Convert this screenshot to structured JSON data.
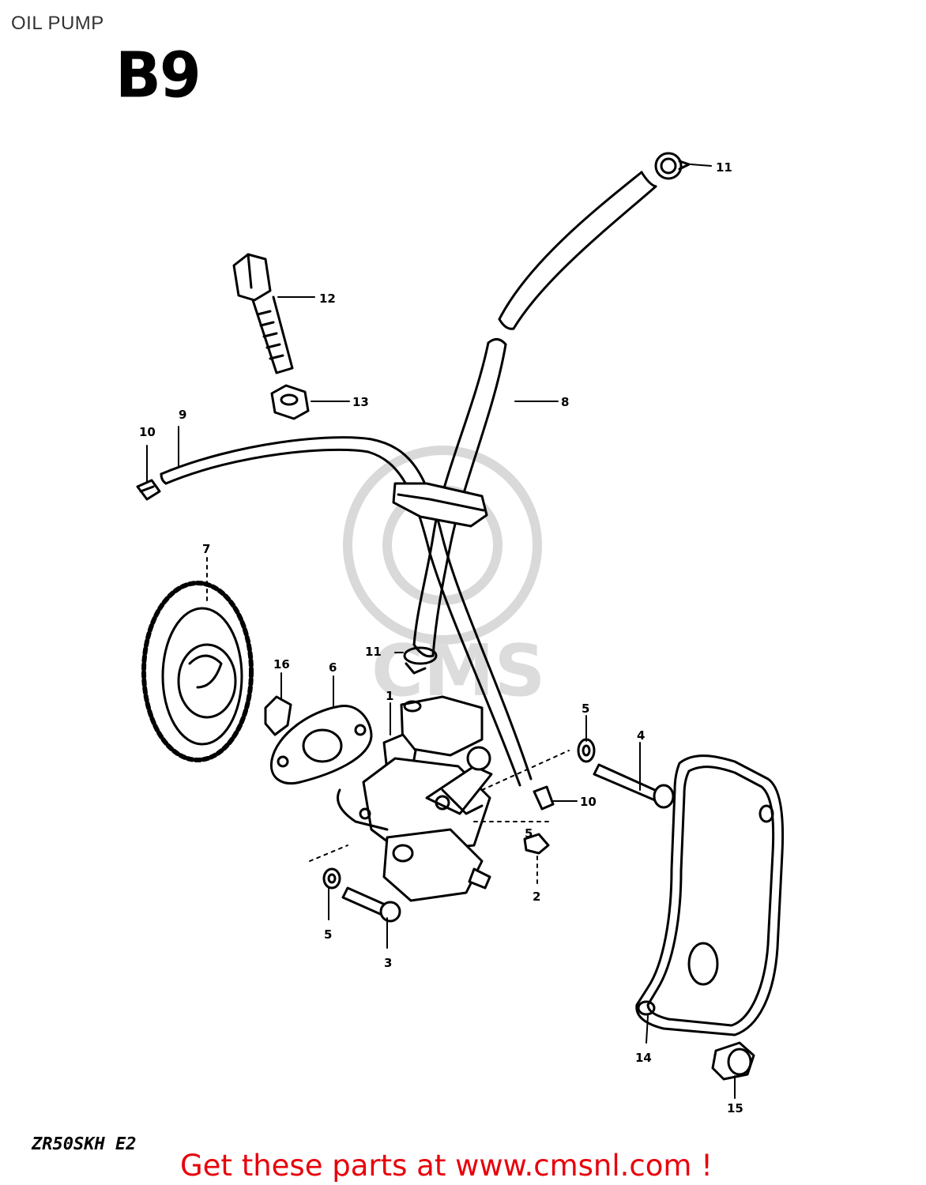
{
  "header": {
    "title": "OIL PUMP",
    "section": "B9"
  },
  "footer": {
    "model": "ZR50SKH E2",
    "promo": "Get these parts at www.cmsnl.com !"
  },
  "watermark": {
    "text": "CMS"
  },
  "colors": {
    "ink": "#000000",
    "promo": "#e8000b",
    "watermark": "#d9d9d9"
  },
  "callouts": {
    "c1": "1",
    "c2": "2",
    "c3": "3",
    "c4": "4",
    "c5a": "5",
    "c5b": "5",
    "c5c": "5",
    "c6": "6",
    "c7": "7",
    "c8": "8",
    "c9": "9",
    "c10a": "10",
    "c10b": "10",
    "c11a": "11",
    "c11b": "11",
    "c12": "12",
    "c13": "13",
    "c14": "14",
    "c15": "15",
    "c16": "16"
  }
}
